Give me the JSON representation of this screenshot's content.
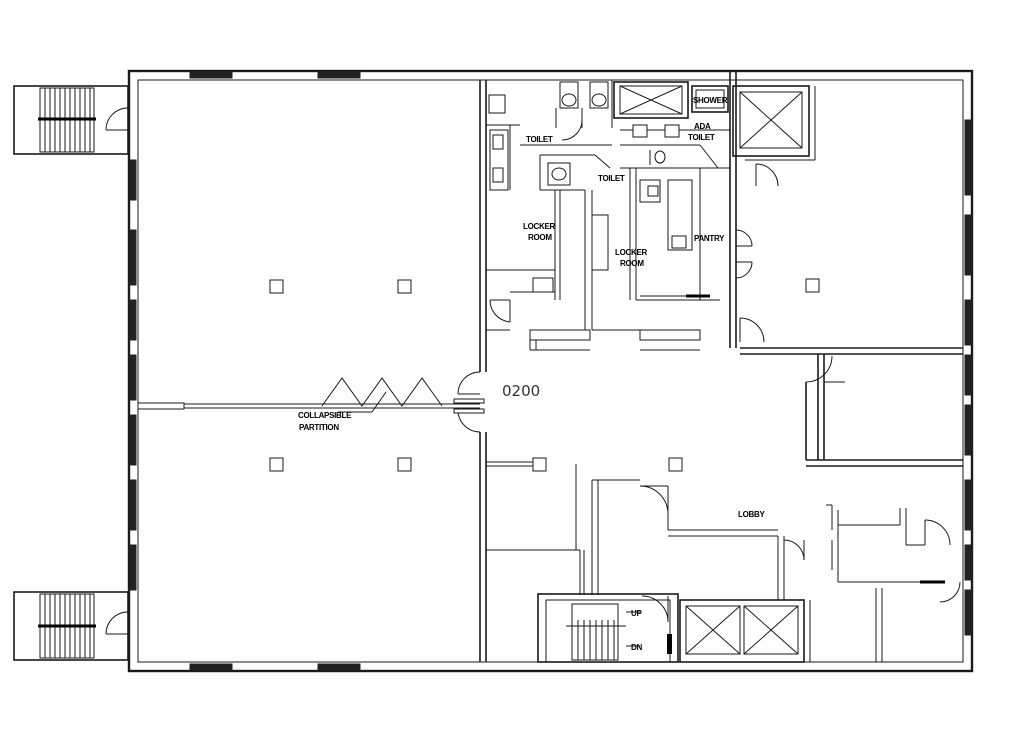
{
  "plan": {
    "room_number": "0200",
    "labels": {
      "toilet_1": "TOILET",
      "toilet_2": "TOILET",
      "ada_toilet_1": "ADA",
      "ada_toilet_2": "TOILET",
      "shower": "SHOWER",
      "locker_room_a_1": "LOCKER",
      "locker_room_a_2": "ROOM",
      "locker_room_b_1": "LOCKER",
      "locker_room_b_2": "ROOM",
      "pantry": "PANTRY",
      "collapsible_1": "COLLAPSIBLE",
      "collapsible_2": "PARTITION",
      "lobby": "LOBBY",
      "stair_up": "UP",
      "stair_dn": "DN"
    }
  }
}
